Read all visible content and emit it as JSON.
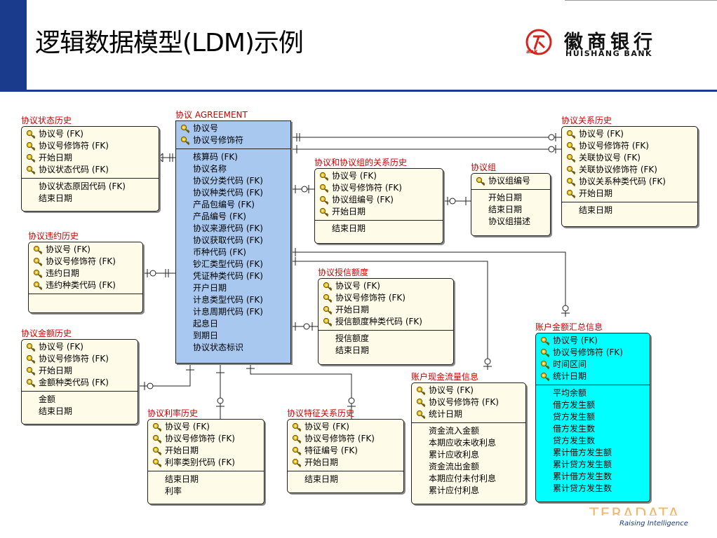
{
  "slide": {
    "title": "逻辑数据模型(LDM)示例",
    "bank_name_cn": "徽商银行",
    "bank_name_en": "HUISHANG BANK",
    "logo_icon_text": "ank",
    "partner_mark": "TERADATA",
    "footer": "Raising Intelligence"
  },
  "colors": {
    "brand_blue": "#1a3a8c",
    "entity_title_red": "#cc0000",
    "entity_bg": "#fffbe9",
    "agreement_bg": "#a8c8f0",
    "summary_bg": "#00ffff"
  },
  "entities": {
    "status_hist": {
      "title": "协议状态历史",
      "keys": [
        "协议号 (FK)",
        "协议号修饰符 (FK)",
        "开始日期",
        "协议状态代码 (FK)"
      ],
      "attrs": [
        "协议状态原因代码 (FK)",
        "结束日期"
      ]
    },
    "agreement": {
      "title": "协议 AGREEMENT",
      "keys": [
        "协议号",
        "协议号修饰符"
      ],
      "attrs": [
        "核算码 (FK)",
        "协议名称",
        "协议分类代码 (FK)",
        "协议种类代码 (FK)",
        "产品包编号 (FK)",
        "产品编号 (FK)",
        "协议来源代码 (FK)",
        "协议获取代码 (FK)",
        "币种代码 (FK)",
        "钞汇类型代码 (FK)",
        "凭证种类代码 (FK)",
        "开户日期",
        "计息类型代码 (FK)",
        "计息周期代码 (FK)",
        "起息日",
        "到期日",
        "协议状态标识"
      ]
    },
    "group_rel_hist": {
      "title": "协议和协议组的关系历史",
      "keys": [
        "协议号 (FK)",
        "协议号修饰符 (FK)",
        "协议组编号 (FK)",
        "开始日期"
      ],
      "attrs": [
        "结束日期"
      ]
    },
    "group": {
      "title": "协议组",
      "keys": [
        "协议组编号"
      ],
      "attrs": [
        "开始日期",
        "结束日期",
        "协议组描述"
      ]
    },
    "rel_hist": {
      "title": "协议关系历史",
      "keys": [
        "协议号 (FK)",
        "协议号修饰符 (FK)",
        "关联协议号 (FK)",
        "关联协议修饰符 (FK)",
        "协议关系种类代码 (FK)",
        "开始日期"
      ],
      "attrs": [
        "结束日期"
      ]
    },
    "default_hist": {
      "title": "协议违约历史",
      "keys": [
        "协议号 (FK)",
        "协议号修饰符 (FK)",
        "违约日期",
        "违约种类代码 (FK)"
      ],
      "attrs": []
    },
    "credit": {
      "title": "协议授信额度",
      "keys": [
        "协议号 (FK)",
        "协议号修饰符 (FK)",
        "开始日期",
        "授信额度种类代码 (FK)"
      ],
      "attrs": [
        "授信额度",
        "结束日期"
      ]
    },
    "amount_hist": {
      "title": "协议金额历史",
      "keys": [
        "协议号 (FK)",
        "协议号修饰符 (FK)",
        "开始日期",
        "金额种类代码 (FK)"
      ],
      "attrs": [
        "金额",
        "结束日期"
      ]
    },
    "summary": {
      "title": "账户金额汇总信息",
      "keys": [
        "协议号 (FK)",
        "协议号修饰符 (FK)",
        "时间区间",
        "统计日期"
      ],
      "attrs": [
        "平均余额",
        "借方发生额",
        "贷方发生额",
        "借方发生数",
        "贷方发生数",
        "累计借方发生额",
        "累计贷方发生额",
        "累计借方发生数",
        "累计贷方发生数"
      ]
    },
    "cashflow": {
      "title": "账户现金流量信息",
      "keys": [
        "协议号 (FK)",
        "协议号修饰符 (FK)",
        "统计日期"
      ],
      "attrs": [
        "资金流入金额",
        "本期应收未收利息",
        "累计应收利息",
        "资金流出金额",
        "本期应付未付利息",
        "累计应付利息"
      ]
    },
    "rate_hist": {
      "title": "协议利率历史",
      "keys": [
        "协议号 (FK)",
        "协议号修饰符 (FK)",
        "开始日期",
        "利率类别代码 (FK)"
      ],
      "attrs": [
        "结束日期",
        "利率"
      ]
    },
    "feature_rel_hist": {
      "title": "协议特征关系历史",
      "keys": [
        "协议号 (FK)",
        "协议号修饰符 (FK)",
        "特征编号 (FK)",
        "开始日期"
      ],
      "attrs": [
        "结束日期"
      ]
    }
  }
}
